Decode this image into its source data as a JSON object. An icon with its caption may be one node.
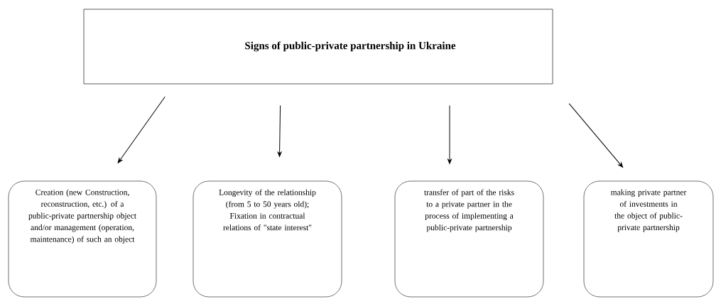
{
  "diagram": {
    "nodes": [
      {
        "text": [
          "Signs of public-private partnership in Ukraine"
        ]
      },
      {
        "text": [
          "Creation (new Construction, reconstruction, etc.) of a public-private partnership object and/or management (operation, maintenance) of such an object"
        ]
      },
      {
        "text": [
          "Longevity of the relationship (from 5 to 50 years old); Fixation in contractual relations of \"state interest\""
        ]
      },
      {
        "text": [
          "transfer of part of the risks to a private partner in the process of implementing a public-private partnership"
        ]
      },
      {
        "text": [
          "making private partner of investments in the object of public-private partnership"
        ]
      }
    ],
    "edges": [
      {
        "from": 0,
        "to": 1,
        "arrow": "to"
      },
      {
        "from": 0,
        "to": 2,
        "arrow": "to"
      },
      {
        "from": 0,
        "to": 3,
        "arrow": "to"
      },
      {
        "from": 0,
        "to": 4,
        "arrow": "to"
      }
    ]
  }
}
